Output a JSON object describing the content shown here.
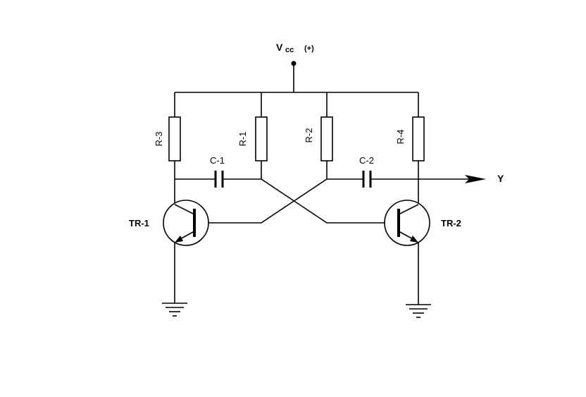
{
  "supply": {
    "label": "V",
    "subscript": "cc",
    "polarity": "(+)"
  },
  "resistors": [
    {
      "id": "r3",
      "label": "R-3"
    },
    {
      "id": "r1",
      "label": "R-1"
    },
    {
      "id": "r2",
      "label": "R-2"
    },
    {
      "id": "r4",
      "label": "R-4"
    }
  ],
  "capacitors": [
    {
      "id": "c1",
      "label": "C-1"
    },
    {
      "id": "c2",
      "label": "C-2"
    }
  ],
  "transistors": [
    {
      "id": "tr1",
      "label": "TR-1",
      "type": "npn"
    },
    {
      "id": "tr2",
      "label": "TR-2",
      "type": "npn"
    }
  ],
  "output": {
    "label": "Y"
  },
  "grounds": [
    "ground-left-icon",
    "ground-right-icon"
  ],
  "colors": {
    "line": "#000000",
    "background": "#ffffff"
  }
}
